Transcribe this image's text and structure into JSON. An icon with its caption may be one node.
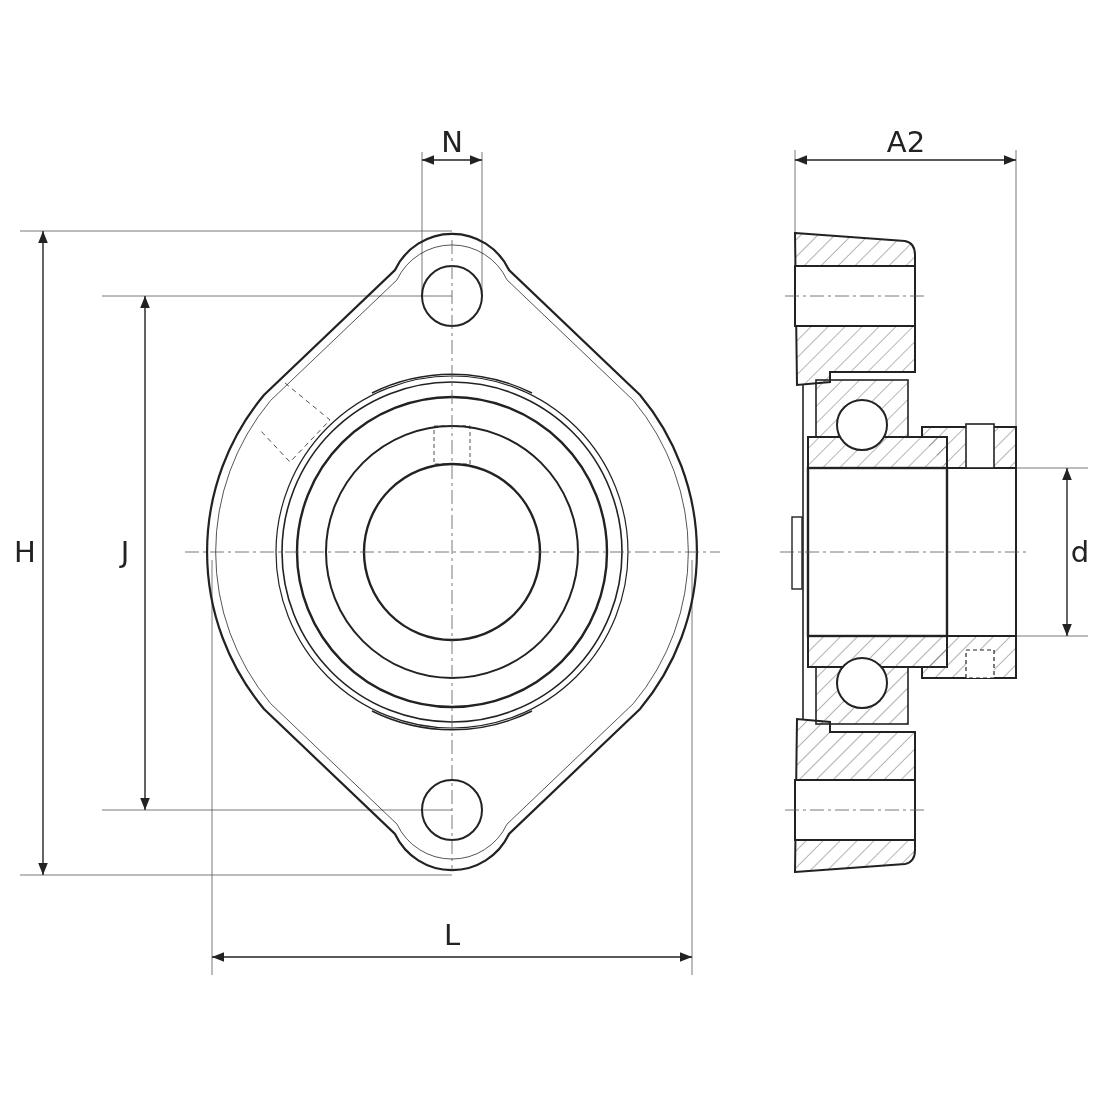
{
  "diagram": {
    "labels": [
      "N",
      "A2",
      "H",
      "J",
      "d",
      "L"
    ]
  }
}
